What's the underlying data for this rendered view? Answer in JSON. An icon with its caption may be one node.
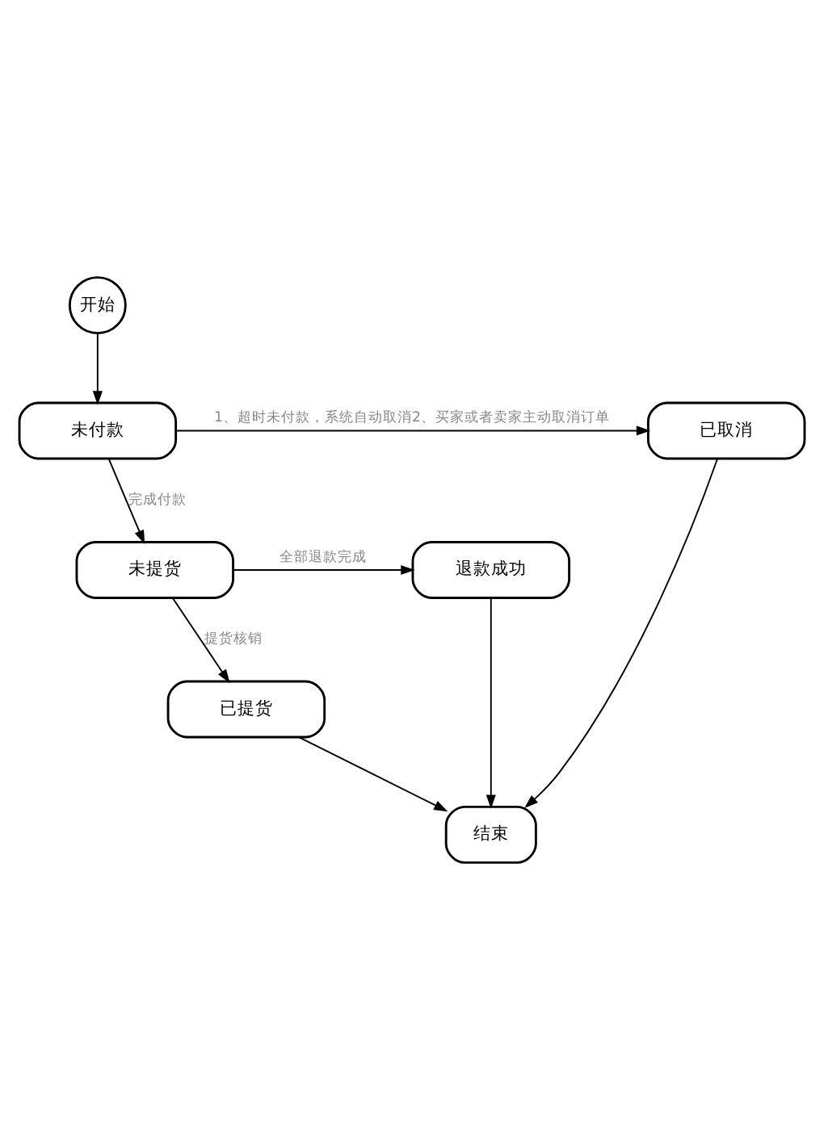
{
  "diagram": {
    "nodes": [
      {
        "text": [
          "开始"
        ]
      },
      {
        "text": [
          "未付款"
        ]
      },
      {
        "text": [
          "已取消"
        ]
      },
      {
        "text": [
          "未提货"
        ]
      },
      {
        "text": [
          "退款成功"
        ]
      },
      {
        "text": [
          "已提货"
        ]
      },
      {
        "text": [
          "结束"
        ]
      }
    ],
    "edges": [
      {
        "from": 0,
        "to": 1,
        "arrow": "to"
      },
      {
        "from": 1,
        "to": 2,
        "arrow": "to",
        "label": "1、超时未付款，系统自动取消2、买家或者卖家主动取消订单"
      },
      {
        "from": 1,
        "to": 3,
        "arrow": "to",
        "label": "完成付款"
      },
      {
        "from": 3,
        "to": 4,
        "arrow": "to",
        "label": "全部退款完成"
      },
      {
        "from": 3,
        "to": 5,
        "arrow": "to",
        "label": "提货核销"
      },
      {
        "from": 5,
        "to": 6,
        "arrow": "to"
      },
      {
        "from": 4,
        "to": 6,
        "arrow": "to"
      },
      {
        "from": 2,
        "to": 6,
        "arrow": "to"
      }
    ]
  }
}
